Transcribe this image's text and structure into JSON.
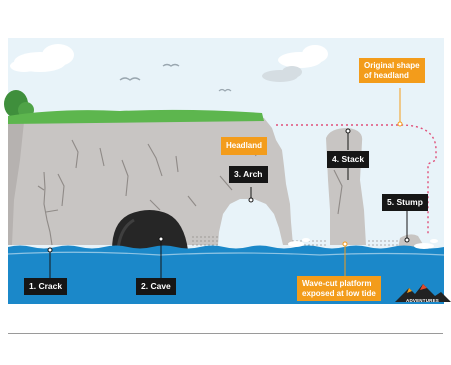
{
  "labels": {
    "crack": "1. Crack",
    "cave": "2. Cave",
    "arch": "3. Arch",
    "stack": "4. Stack",
    "stump": "5. Stump",
    "headland": "Headland",
    "original_shape_line1": "Original shape",
    "original_shape_line2": "of headland",
    "platform_line1": "Wave-cut platform",
    "platform_line2": "exposed at low tide"
  },
  "logo": {
    "text": "ADVENTURES"
  },
  "colors": {
    "sky": "#e8f3f9",
    "sea": "#1b88c9",
    "rock": "#c8c5c3",
    "grass": "#5db64e",
    "accent": "#f39c1b",
    "dark_label": "#161616"
  }
}
